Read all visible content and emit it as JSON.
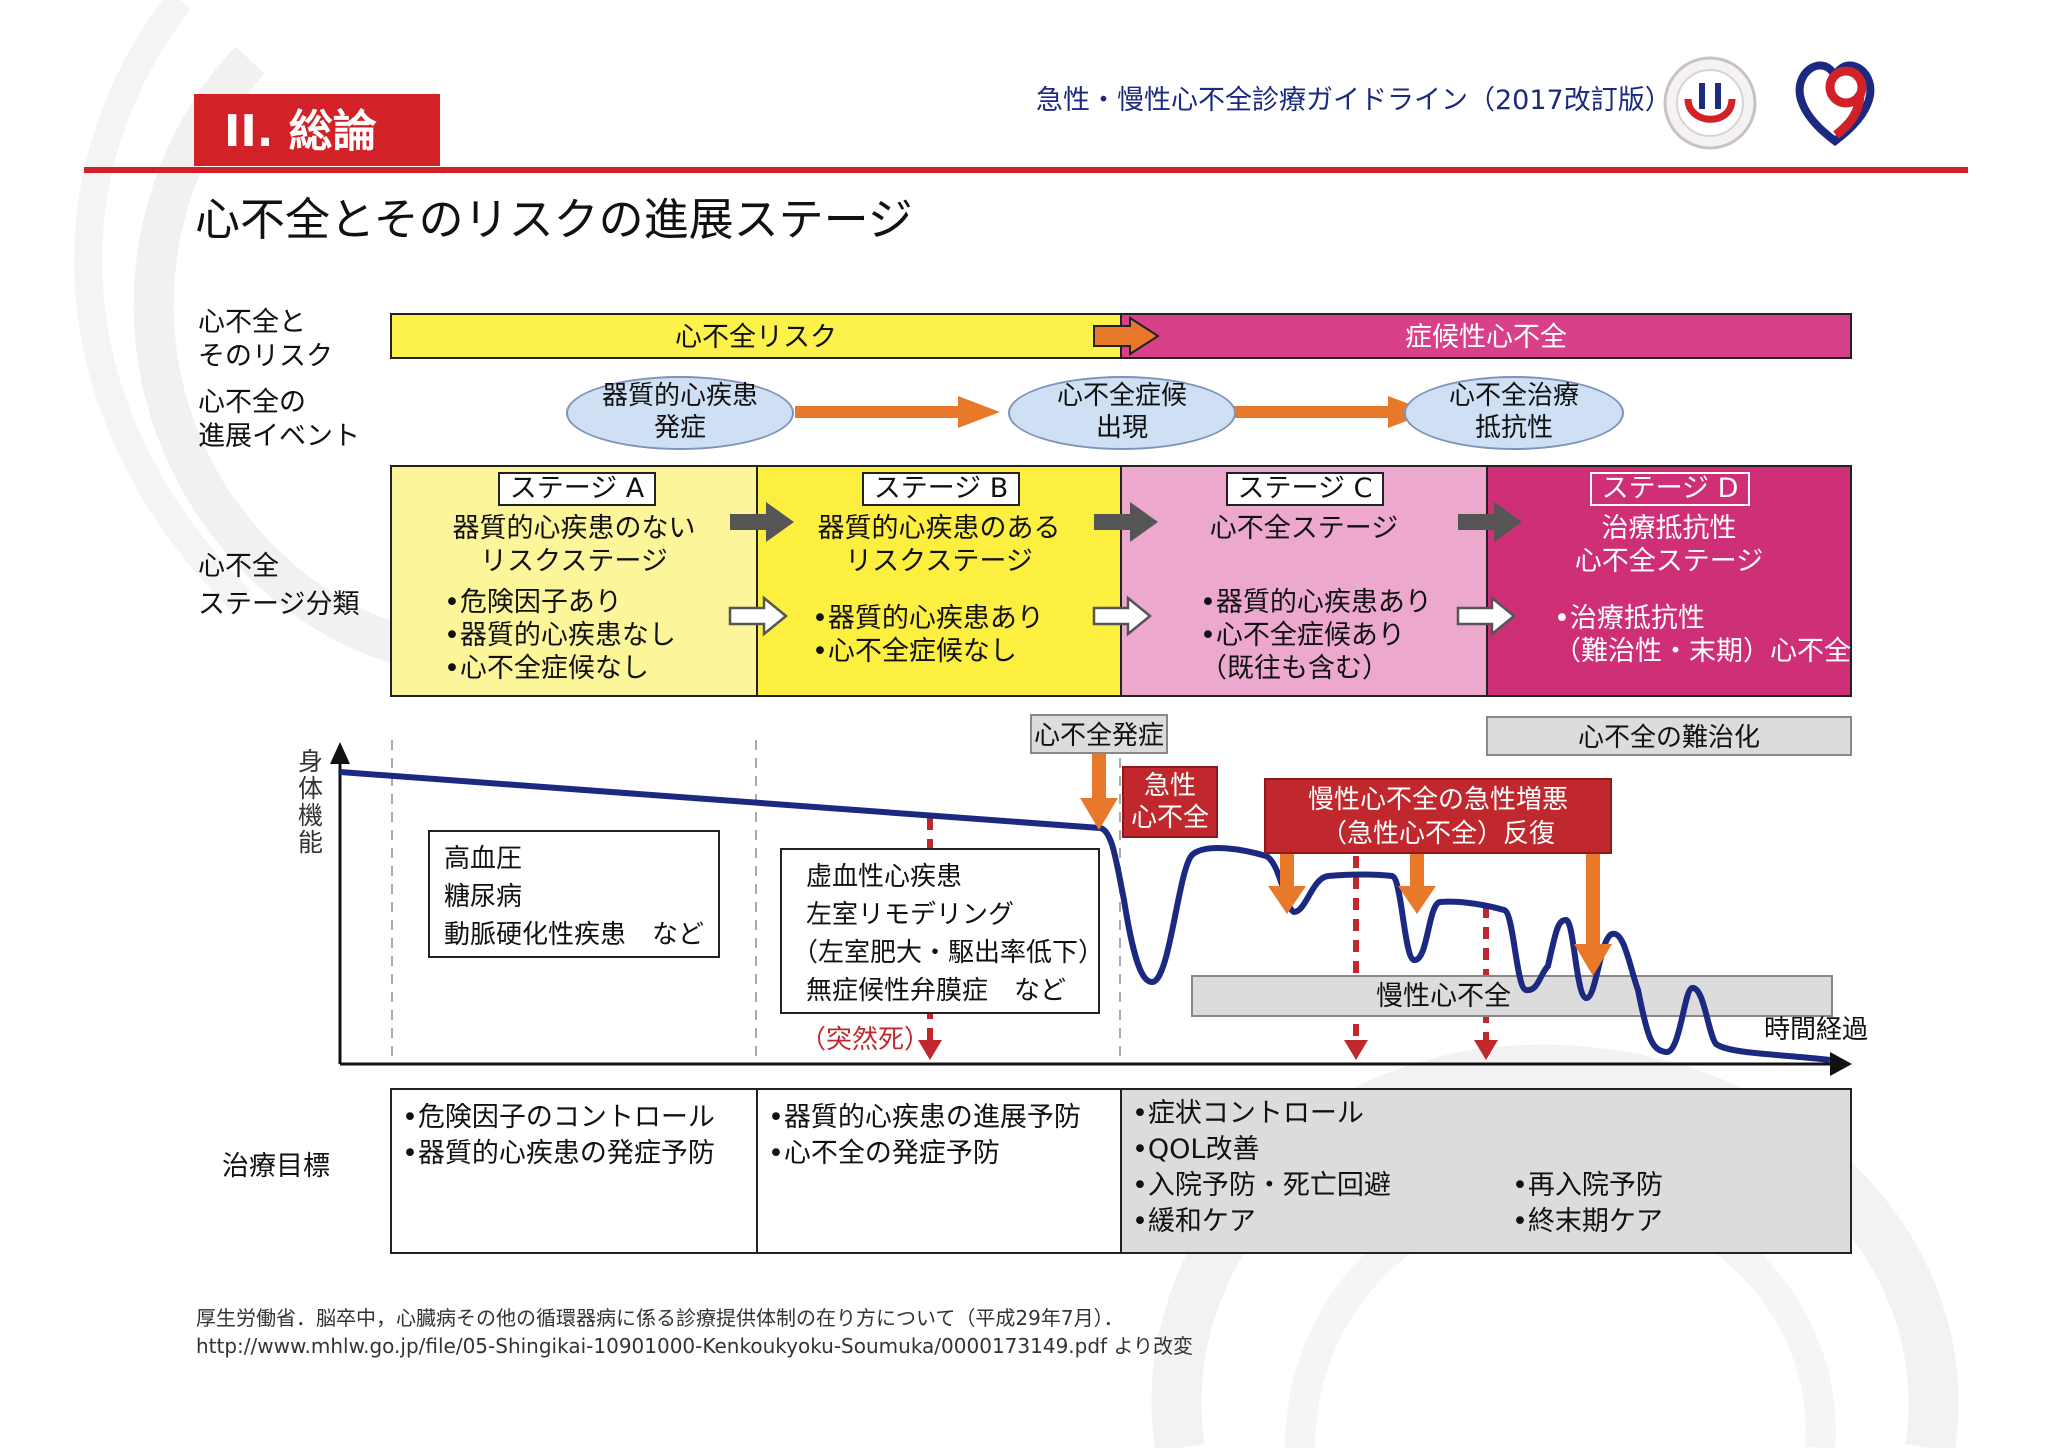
{
  "header": {
    "section_label": "II. 総論",
    "guideline_title": "急性・慢性心不全診療ガイドライン（2017改訂版）",
    "colors": {
      "accent_red": "#d22228",
      "navy": "#1b2a80"
    }
  },
  "logos": {
    "society_logo": "society-seal",
    "heart_logo": "heart-logo"
  },
  "page_title": "心不全とそのリスクの進展ステージ",
  "rows": {
    "risk_label": [
      "心不全と",
      "そのリスク"
    ],
    "event_label": [
      "心不全の",
      "進展イベント"
    ],
    "stage_label": [
      "心不全",
      "ステージ分類"
    ],
    "goal_label": "治療目標"
  },
  "risk_bar": {
    "left": "心不全リスク",
    "right": "症候性心不全"
  },
  "events": [
    {
      "lines": [
        "器質的心疾患",
        "発症"
      ]
    },
    {
      "lines": [
        "心不全症候",
        "出現"
      ]
    },
    {
      "lines": [
        "心不全治療",
        "抵抗性"
      ]
    }
  ],
  "stages": [
    {
      "title": "ステージ A",
      "heading": [
        "器質的心疾患のない",
        "リスクステージ"
      ],
      "bullets": [
        "•危険因子あり",
        "•器質的心疾患なし",
        "•心不全症候なし"
      ]
    },
    {
      "title": "ステージ B",
      "heading": [
        "器質的心疾患のある",
        "リスクステージ"
      ],
      "bullets": [
        "•器質的心疾患あり",
        "•心不全症候なし"
      ]
    },
    {
      "title": "ステージ C",
      "heading": [
        "心不全ステージ"
      ],
      "bullets": [
        "•器質的心疾患あり",
        "•心不全症候あり",
        "（既往も含む）"
      ]
    },
    {
      "title": "ステージ D",
      "heading": [
        "治療抵抗性",
        "心不全ステージ"
      ],
      "bullets": [
        "•治療抵抗性",
        "（難治性・末期）心不全"
      ]
    }
  ],
  "graph": {
    "y_axis_label": [
      "身",
      "体",
      "機",
      "能"
    ],
    "x_axis_label": "時間経過",
    "onset_label": "心不全発症",
    "refractory_label": "心不全の難治化",
    "acute_label": [
      "急性",
      "心不全"
    ],
    "acute_exacerbation_label": [
      "慢性心不全の急性増悪",
      "（急性心不全）反復"
    ],
    "chronic_label": "慢性心不全",
    "sudden_death_label": "（突然死）",
    "risk_factors_box": [
      "高血圧",
      "糖尿病",
      "動脈硬化性疾患　など"
    ],
    "structural_box": [
      "虚血性心疾患",
      "左室リモデリング",
      "（左室肥大・駆出率低下）",
      "無症候性弁膜症　など"
    ]
  },
  "goals": [
    {
      "items": [
        "•危険因子のコントロール",
        "•器質的心疾患の発症予防"
      ]
    },
    {
      "items": [
        "•器質的心疾患の進展予防",
        "•心不全の発症予防"
      ]
    },
    {
      "items": [
        "•症状コントロール",
        "•QOL改善",
        "•入院予防・死亡回避",
        "•緩和ケア"
      ],
      "items_right": [
        "•再入院予防",
        "•終末期ケア"
      ]
    }
  ],
  "footnote": [
    "厚生労働省．脳卒中，心臓病その他の循環器病に係る診療提供体制の在り方について（平成29年7月）．",
    "http://www.mhlw.go.jp/file/05-Shingikai-10901000-Kenkoukyoku-Soumuka/0000173149.pdf より改変"
  ]
}
